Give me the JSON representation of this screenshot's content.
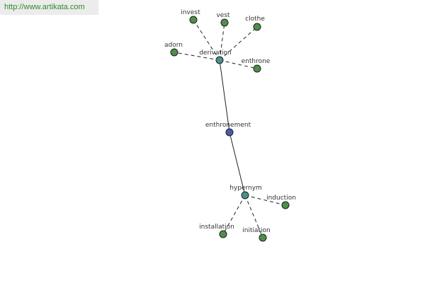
{
  "banner": {
    "url": "http://www.artikata.com"
  },
  "colors": {
    "leaf": "#4f8f4a",
    "hub": "#4a9090",
    "center": "#4a5aa8"
  },
  "graph": {
    "nodes": [
      {
        "id": "enthronement",
        "label": "enthronement",
        "kind": "center"
      },
      {
        "id": "derivation",
        "label": "derivation",
        "kind": "hub"
      },
      {
        "id": "hypernym",
        "label": "hypernym",
        "kind": "hub"
      },
      {
        "id": "invest",
        "label": "invest",
        "kind": "leaf"
      },
      {
        "id": "vest",
        "label": "vest",
        "kind": "leaf"
      },
      {
        "id": "clothe",
        "label": "clothe",
        "kind": "leaf"
      },
      {
        "id": "adorn",
        "label": "adorn",
        "kind": "leaf"
      },
      {
        "id": "enthrone",
        "label": "enthrone",
        "kind": "leaf"
      },
      {
        "id": "induction",
        "label": "induction",
        "kind": "leaf"
      },
      {
        "id": "installation",
        "label": "installation",
        "kind": "leaf"
      },
      {
        "id": "initiation",
        "label": "initiation",
        "kind": "leaf"
      }
    ],
    "edges": [
      {
        "from": "enthronement",
        "to": "derivation",
        "style": "solid"
      },
      {
        "from": "enthronement",
        "to": "hypernym",
        "style": "solid"
      },
      {
        "from": "derivation",
        "to": "invest",
        "style": "dashed"
      },
      {
        "from": "derivation",
        "to": "vest",
        "style": "dashed"
      },
      {
        "from": "derivation",
        "to": "clothe",
        "style": "dashed"
      },
      {
        "from": "derivation",
        "to": "adorn",
        "style": "dashed"
      },
      {
        "from": "derivation",
        "to": "enthrone",
        "style": "dashed"
      },
      {
        "from": "hypernym",
        "to": "induction",
        "style": "dashed"
      },
      {
        "from": "hypernym",
        "to": "installation",
        "style": "dashed"
      },
      {
        "from": "hypernym",
        "to": "initiation",
        "style": "dashed"
      }
    ]
  }
}
